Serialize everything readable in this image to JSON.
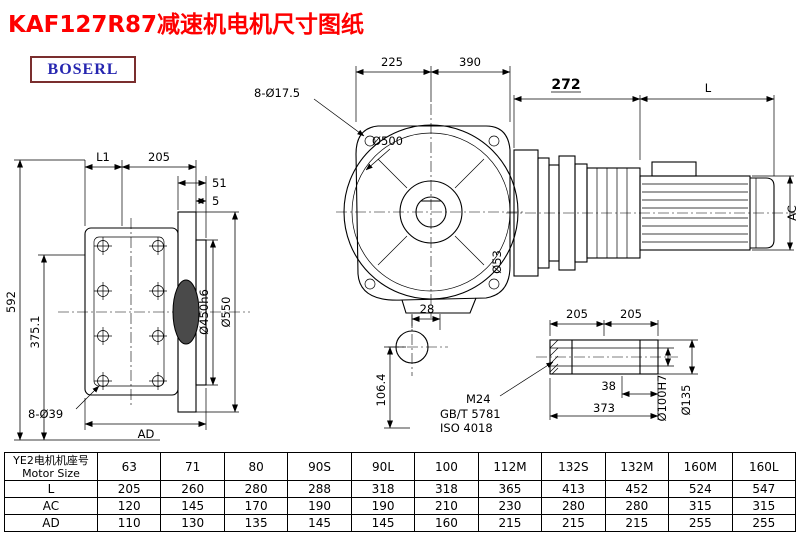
{
  "page": {
    "title": "KAF127R87减速机电机尺寸图纸",
    "logo": "BOSERL"
  },
  "drawing": {
    "side_view": {
      "l1": "L1",
      "d205": "205",
      "d51": "51",
      "d5": "5",
      "d592": "592",
      "d375": "375.1",
      "holes": "8-Ø39",
      "ad": "AD",
      "d450": "Ø450h6",
      "d550": "Ø550"
    },
    "front_view": {
      "d225": "225",
      "d390": "390",
      "holes": "8-Ø17.5",
      "d500": "Ø500",
      "d53": "Ø53",
      "d28": "28",
      "d106": "106.4"
    },
    "motor_view": {
      "d272": "272",
      "l": "L",
      "ac": "AC"
    },
    "shaft_detail": {
      "d205a": "205",
      "d205b": "205",
      "d38": "38",
      "d373": "373",
      "thread": "M24",
      "std_gb": "GB/T 5781",
      "std_iso": "ISO 4018",
      "bore": "Ø100H7",
      "d135": "Ø135"
    }
  },
  "table": {
    "size_label_cn": "YE2电机机座号",
    "size_label_en": "Motor Size",
    "sizes": [
      "63",
      "71",
      "80",
      "90S",
      "90L",
      "100",
      "112M",
      "132S",
      "132M",
      "160M",
      "160L"
    ],
    "rows": [
      {
        "label": "L",
        "values": [
          "205",
          "260",
          "280",
          "288",
          "318",
          "318",
          "365",
          "413",
          "452",
          "524",
          "547"
        ]
      },
      {
        "label": "AC",
        "values": [
          "120",
          "145",
          "170",
          "190",
          "190",
          "210",
          "230",
          "280",
          "280",
          "315",
          "315"
        ]
      },
      {
        "label": "AD",
        "values": [
          "110",
          "130",
          "135",
          "145",
          "145",
          "160",
          "215",
          "215",
          "215",
          "255",
          "255"
        ]
      }
    ]
  }
}
